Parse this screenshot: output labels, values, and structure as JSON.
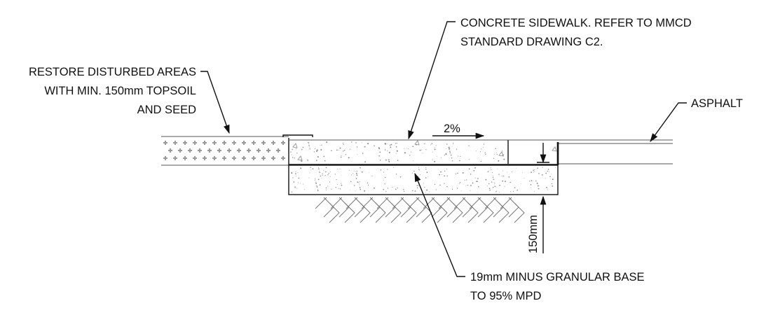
{
  "labels": {
    "restore_line1": "RESTORE DISTURBED AREAS",
    "restore_line2": "WITH MIN. 150mm TOPSOIL",
    "restore_line3": "AND SEED",
    "sidewalk_line1": "CONCRETE SIDEWALK. REFER TO MMCD",
    "sidewalk_line2": "STANDARD DRAWING C2.",
    "asphalt": "ASPHALT",
    "base_line1": "19mm MINUS GRANULAR BASE",
    "base_line2": "TO 95% MPD",
    "slope": "2%",
    "dimension": "150mm"
  },
  "colors": {
    "line": "#111111",
    "hatch": "#777777",
    "aggregate": "#8a8a8a",
    "topsoil_mark": "#9a9a9a"
  },
  "icons": {
    "slope_arrow": "arrow-right-icon",
    "dimension_arrow": "arrow-up-icon"
  }
}
